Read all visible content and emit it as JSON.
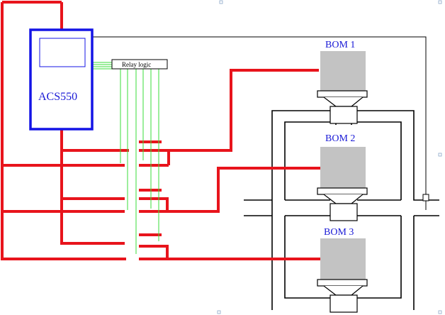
{
  "drive": {
    "label": "ACS550",
    "label_color": "#1a1ad6",
    "frame_color": "#1414e6"
  },
  "relay": {
    "label": "Relay logic"
  },
  "pumps": [
    {
      "label": "BOM 1"
    },
    {
      "label": "BOM 2"
    },
    {
      "label": "BOM 3"
    }
  ],
  "colors": {
    "power_wire": "#e8141c",
    "control_wire": "#3adc3a",
    "pipe": "#000000",
    "motor": "#c3c3c3"
  }
}
